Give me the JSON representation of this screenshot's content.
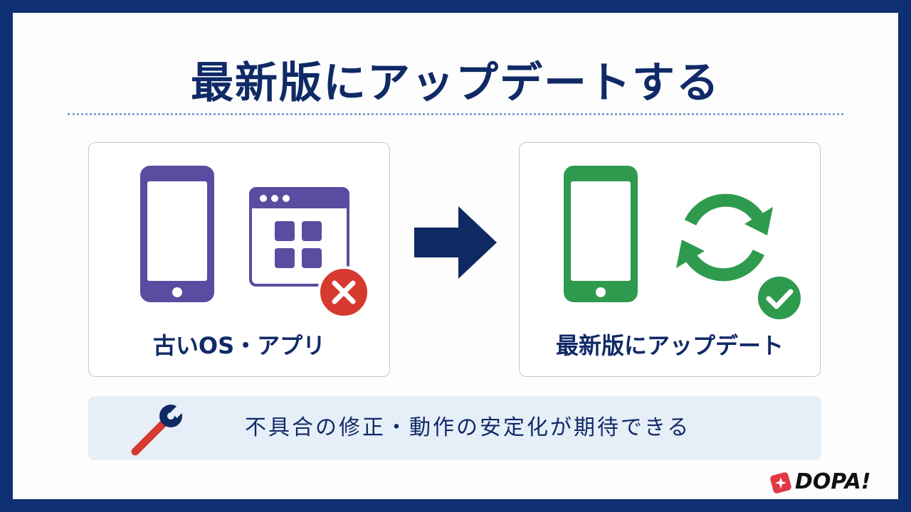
{
  "title": "最新版にアップデートする",
  "left_card": {
    "label": "古いOS・アプリ",
    "icons": [
      "smartphone-icon",
      "app-window-icon",
      "error-x-icon"
    ]
  },
  "right_card": {
    "label": "最新版にアップデート",
    "icons": [
      "smartphone-icon",
      "refresh-icon",
      "checkmark-icon"
    ]
  },
  "banner": {
    "icon": "wrench-icon",
    "text": "不具合の修正・動作の安定化が期待できる"
  },
  "logo": {
    "text": "DOPA!"
  },
  "colors": {
    "frame": "#0f2f74",
    "title": "#102a66",
    "old_purple": "#5a4ca0",
    "new_green": "#2e9a4e",
    "error_red": "#d63a2f",
    "arrow_navy": "#0f2a63",
    "banner_bg": "#e6eef8"
  }
}
